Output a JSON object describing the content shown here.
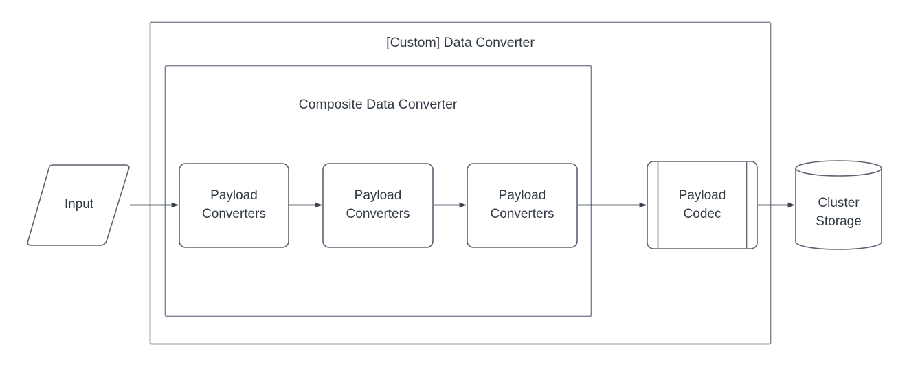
{
  "diagram": {
    "type": "flowchart",
    "title": "[Custom] Data Converter",
    "background": "#ffffff",
    "colors": {
      "shape_stroke": "#5b6271",
      "container_stroke": "#7a8191",
      "edge_stroke": "#3c4451",
      "text": "#333b48",
      "shape_fill": "#ffffff"
    },
    "containers": [
      {
        "id": "custom-data-converter",
        "label": "[Custom] Data Converter",
        "label_position": "top-center"
      },
      {
        "id": "composite-data-converter",
        "label": "Composite Data Converter",
        "label_position": "top-center"
      }
    ],
    "nodes": [
      {
        "id": "input",
        "shape": "parallelogram",
        "label": "Input",
        "lines": [
          "Input"
        ]
      },
      {
        "id": "payload-converters-1",
        "shape": "rounded-rectangle",
        "label": "Payload Converters",
        "lines": [
          "Payload",
          "Converters"
        ]
      },
      {
        "id": "payload-converters-2",
        "shape": "rounded-rectangle",
        "label": "Payload Converters",
        "lines": [
          "Payload",
          "Converters"
        ]
      },
      {
        "id": "payload-converters-3",
        "shape": "rounded-rectangle",
        "label": "Payload Converters",
        "lines": [
          "Payload",
          "Converters"
        ]
      },
      {
        "id": "payload-codec",
        "shape": "subroutine",
        "label": "Payload Codec",
        "lines": [
          "Payload",
          "Codec"
        ]
      },
      {
        "id": "cluster-storage",
        "shape": "cylinder",
        "label": "Cluster Storage",
        "lines": [
          "Cluster",
          "Storage"
        ]
      }
    ],
    "edges": [
      {
        "id": "edge-input-to-pc1",
        "from": "input",
        "to": "payload-converters-1",
        "arrow": "single",
        "style": "solid",
        "label": ""
      },
      {
        "id": "edge-pc1-to-pc2",
        "from": "payload-converters-1",
        "to": "payload-converters-2",
        "arrow": "single",
        "style": "solid",
        "label": ""
      },
      {
        "id": "edge-pc2-to-pc3",
        "from": "payload-converters-2",
        "to": "payload-converters-3",
        "arrow": "single",
        "style": "solid",
        "label": ""
      },
      {
        "id": "edge-pc3-to-codec",
        "from": "payload-converters-3",
        "to": "payload-codec",
        "arrow": "single",
        "style": "solid",
        "label": ""
      },
      {
        "id": "edge-codec-to-storage",
        "from": "payload-codec",
        "to": "cluster-storage",
        "arrow": "single",
        "style": "solid",
        "label": ""
      }
    ]
  }
}
